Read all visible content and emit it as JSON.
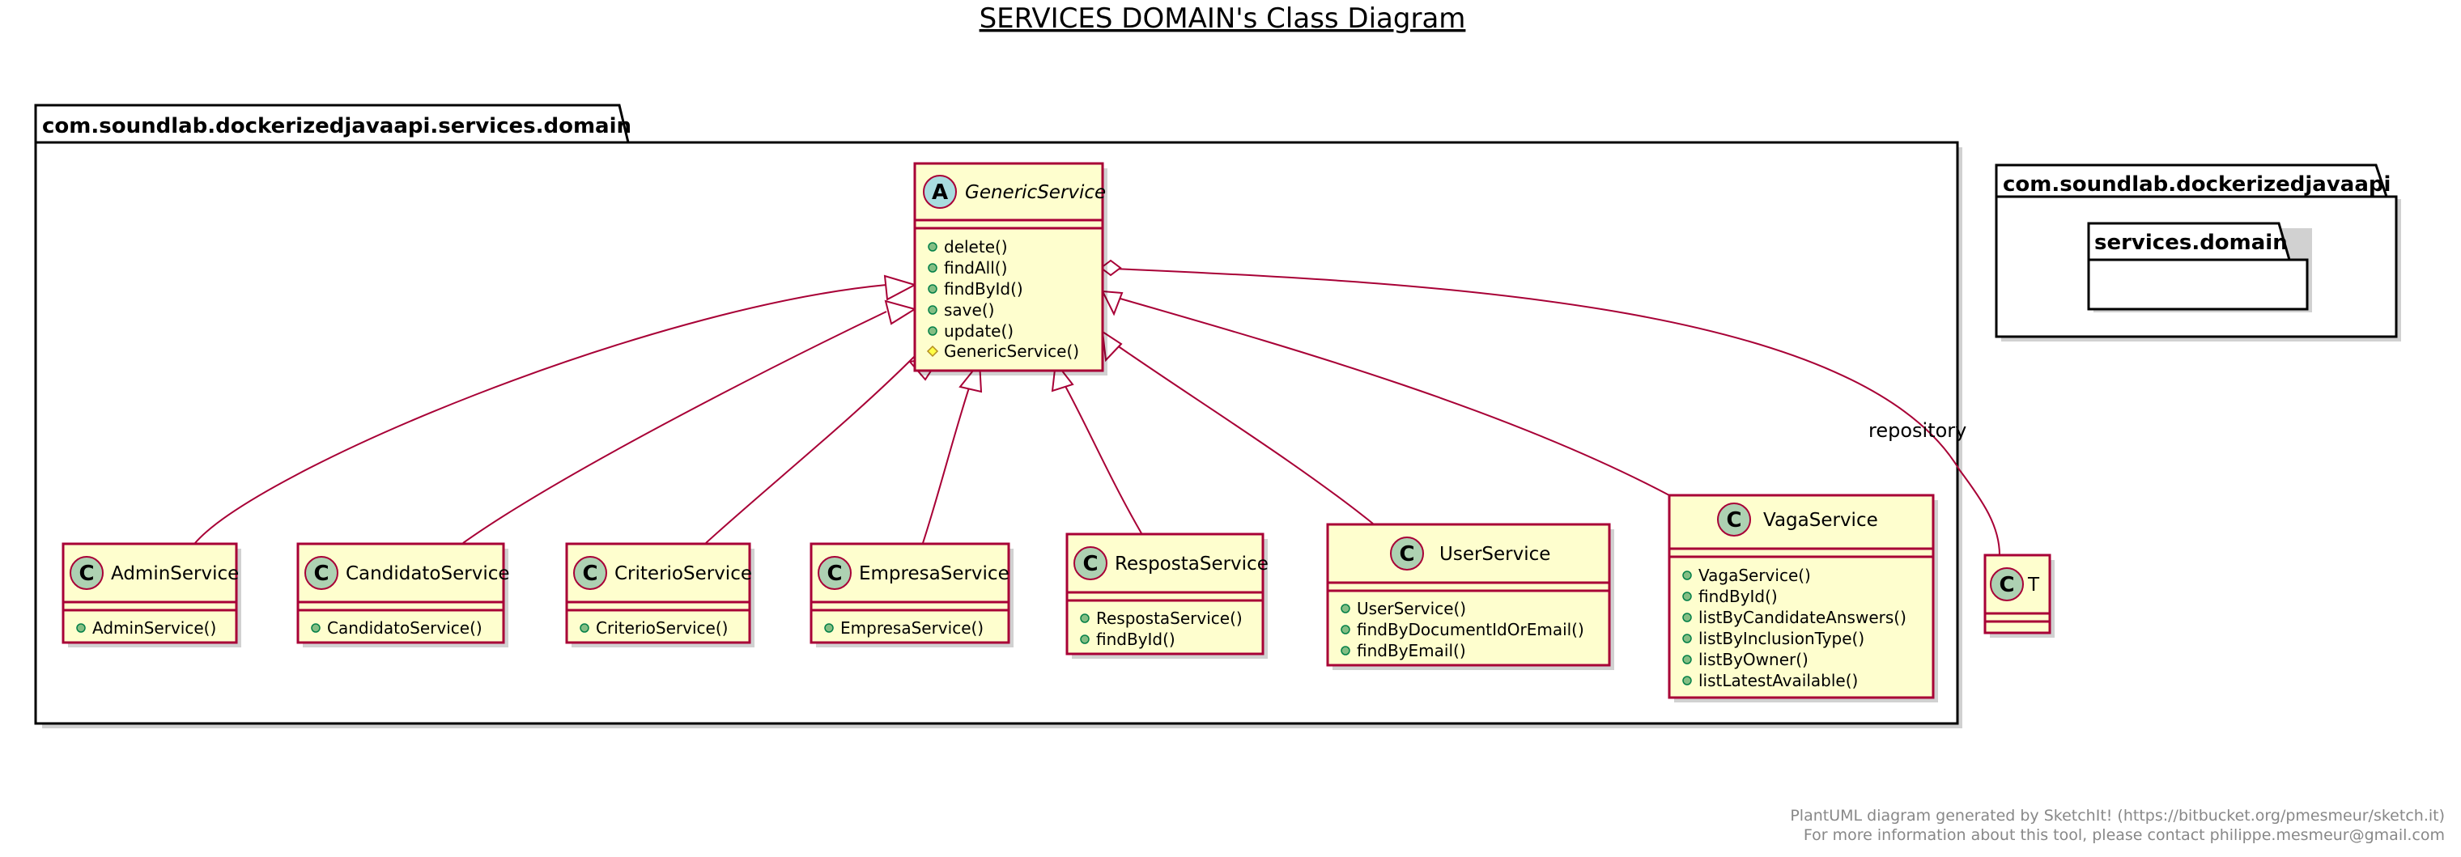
{
  "title": "SERVICES DOMAIN's Class Diagram",
  "packages": {
    "main": "com.soundlab.dockerizedjavaapi.services.domain",
    "side": "com.soundlab.dockerizedjavaapi",
    "side_inner": "services.domain"
  },
  "classes": {
    "generic": {
      "stereotype": "A",
      "name": "GenericService",
      "methods": [
        "delete()",
        "findAll()",
        "findById()",
        "save()",
        "update()",
        "GenericService()"
      ]
    },
    "admin": {
      "stereotype": "C",
      "name": "AdminService",
      "methods": [
        "AdminService()"
      ]
    },
    "candidato": {
      "stereotype": "C",
      "name": "CandidatoService",
      "methods": [
        "CandidatoService()"
      ]
    },
    "criterio": {
      "stereotype": "C",
      "name": "CriterioService",
      "methods": [
        "CriterioService()"
      ]
    },
    "empresa": {
      "stereotype": "C",
      "name": "EmpresaService",
      "methods": [
        "EmpresaService()"
      ]
    },
    "resposta": {
      "stereotype": "C",
      "name": "RespostaService",
      "methods": [
        "RespostaService()",
        "findById()"
      ]
    },
    "user": {
      "stereotype": "C",
      "name": "UserService",
      "methods": [
        "UserService()",
        "findByDocumentIdOrEmail()",
        "findByEmail()"
      ]
    },
    "vaga": {
      "stereotype": "C",
      "name": "VagaService",
      "methods": [
        "VagaService()",
        "findById()",
        "listByCandidateAnswers()",
        "listByInclusionType()",
        "listByOwner()",
        "listLatestAvailable()"
      ]
    },
    "t": {
      "stereotype": "C",
      "name": "T",
      "methods": []
    }
  },
  "relations": {
    "repository_label": "repository"
  },
  "footer": {
    "line1": "PlantUML diagram generated by SketchIt! (https://bitbucket.org/pmesmeur/sketch.it)",
    "line2": "For more information about this tool, please contact philippe.mesmeur@gmail.com"
  },
  "colors": {
    "class_fill": "#FEFECE",
    "class_border": "#A80036",
    "circle_class": "#ADD1B2",
    "circle_abstract": "#A9DCDF"
  }
}
